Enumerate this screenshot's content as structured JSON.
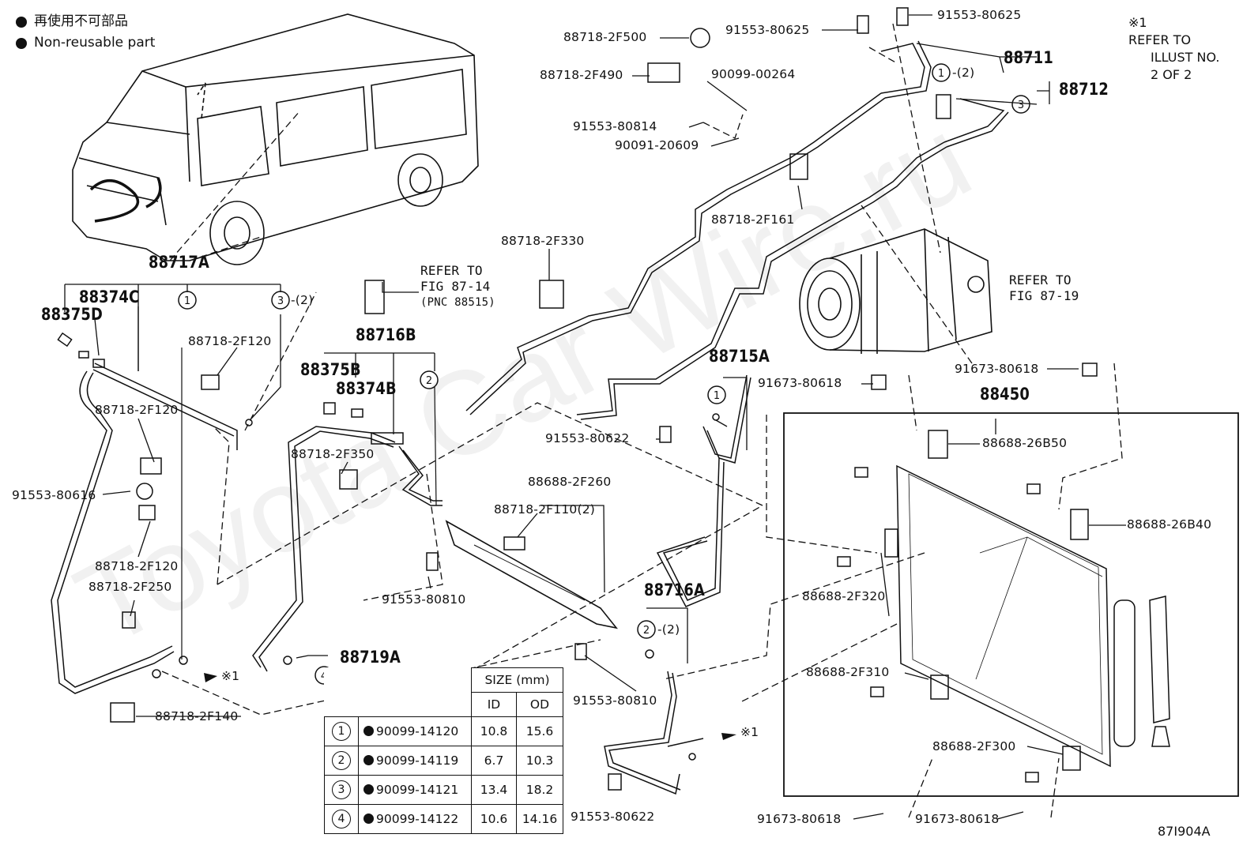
{
  "legend": {
    "items": [
      {
        "symbol": "filled-dot",
        "text": "再使用不可部品"
      },
      {
        "symbol": "filled-dot",
        "text": "Non-reusable part"
      }
    ]
  },
  "refer_note": {
    "mark": "※1",
    "lines": [
      "REFER TO",
      "ILLUST NO.",
      "2 OF 2"
    ]
  },
  "figure_id": "87I904A",
  "watermark": "Toyota Car Wire.ru",
  "parts": {
    "p88717A": "88717A",
    "p88374C": "88374C",
    "p88375D": "88375D",
    "p88718_2F120a": "88718-2F120",
    "p88718_2F120b": "88718-2F120",
    "p88718_2F120c": "88718-2F120",
    "p91553_80616": "91553-80616",
    "p88718_2F250": "88718-2F250",
    "p88718_2F140": "88718-2F140",
    "p88716B": "88716B",
    "p88375B": "88375B",
    "p88374B": "88374B",
    "p88718_2F350": "88718-2F350",
    "p88719A": "88719A",
    "p88718_2F330": "88718-2F330",
    "p88718_2F500": "88718-2F500",
    "p88718_2F490": "88718-2F490",
    "p91553_80814": "91553-80814",
    "p90099_00264": "90099-00264",
    "p90091_20609": "90091-20609",
    "p91553_80625a": "91553-80625",
    "p91553_80625b": "91553-80625",
    "p88711": "88711",
    "p88712": "88712",
    "p88718_2F161": "88718-2F161",
    "p88715A": "88715A",
    "p91553_80622a": "91553-80622",
    "p88688_2F260": "88688-2F260",
    "p88718_2F110": "88718-2F110(2)",
    "p91553_80810a": "91553-80810",
    "p91553_80810b": "91553-80810",
    "p88716A": "88716A",
    "p91553_80622b": "91553-80622",
    "p91673_80618a": "91673-80618",
    "p91673_80618b": "91673-80618",
    "p91673_80618c": "91673-80618",
    "p91673_80618d": "91673-80618",
    "p88450": "88450",
    "p88688_26B50": "88688-26B50",
    "p88688_26B40": "88688-26B40",
    "p88688_2F320": "88688-2F320",
    "p88688_2F310": "88688-2F310",
    "p88688_2F300": "88688-2F300"
  },
  "callouts": {
    "c1_qty": "-(2)",
    "c3_qty": "-(2)",
    "c2_qty": "-(2)",
    "x1": "※1",
    "x1b": "※1",
    "n1": "1",
    "n2": "2",
    "n3": "3",
    "n4": "4"
  },
  "refers": {
    "fig8714": {
      "line1": "REFER TO",
      "line2": "FIG 87-14",
      "line3": "(PNC 88515)"
    },
    "fig8719": {
      "line1": "REFER TO",
      "line2": "FIG 87-19"
    }
  },
  "gasket_table": {
    "header_size": "SIZE (mm)",
    "header_id": "ID",
    "header_od": "OD",
    "rows": [
      {
        "n": "1",
        "part": "90099-14120",
        "id": "10.8",
        "od": "15.6"
      },
      {
        "n": "2",
        "part": "90099-14119",
        "id": "6.7",
        "od": "10.3"
      },
      {
        "n": "3",
        "part": "90099-14121",
        "id": "13.4",
        "od": "18.2"
      },
      {
        "n": "4",
        "part": "90099-14122",
        "id": "10.6",
        "od": "14.16"
      }
    ]
  }
}
